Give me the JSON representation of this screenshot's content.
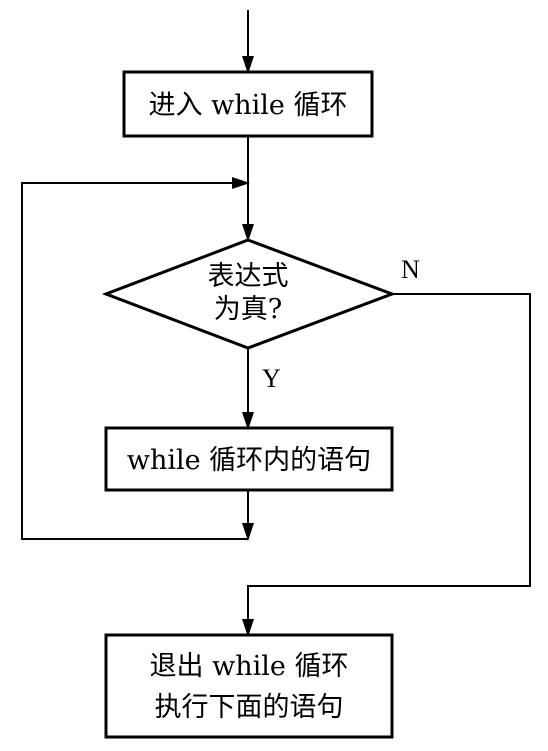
{
  "flowchart": {
    "start": {
      "text": "进入 while 循环"
    },
    "condition": {
      "line1": "表达式",
      "line2": "为真?"
    },
    "body": {
      "text": "while 循环内的语句"
    },
    "exit": {
      "line1": "退出 while 循环",
      "line2": "执行下面的语句"
    },
    "branch_yes": "Y",
    "branch_no": "N"
  }
}
